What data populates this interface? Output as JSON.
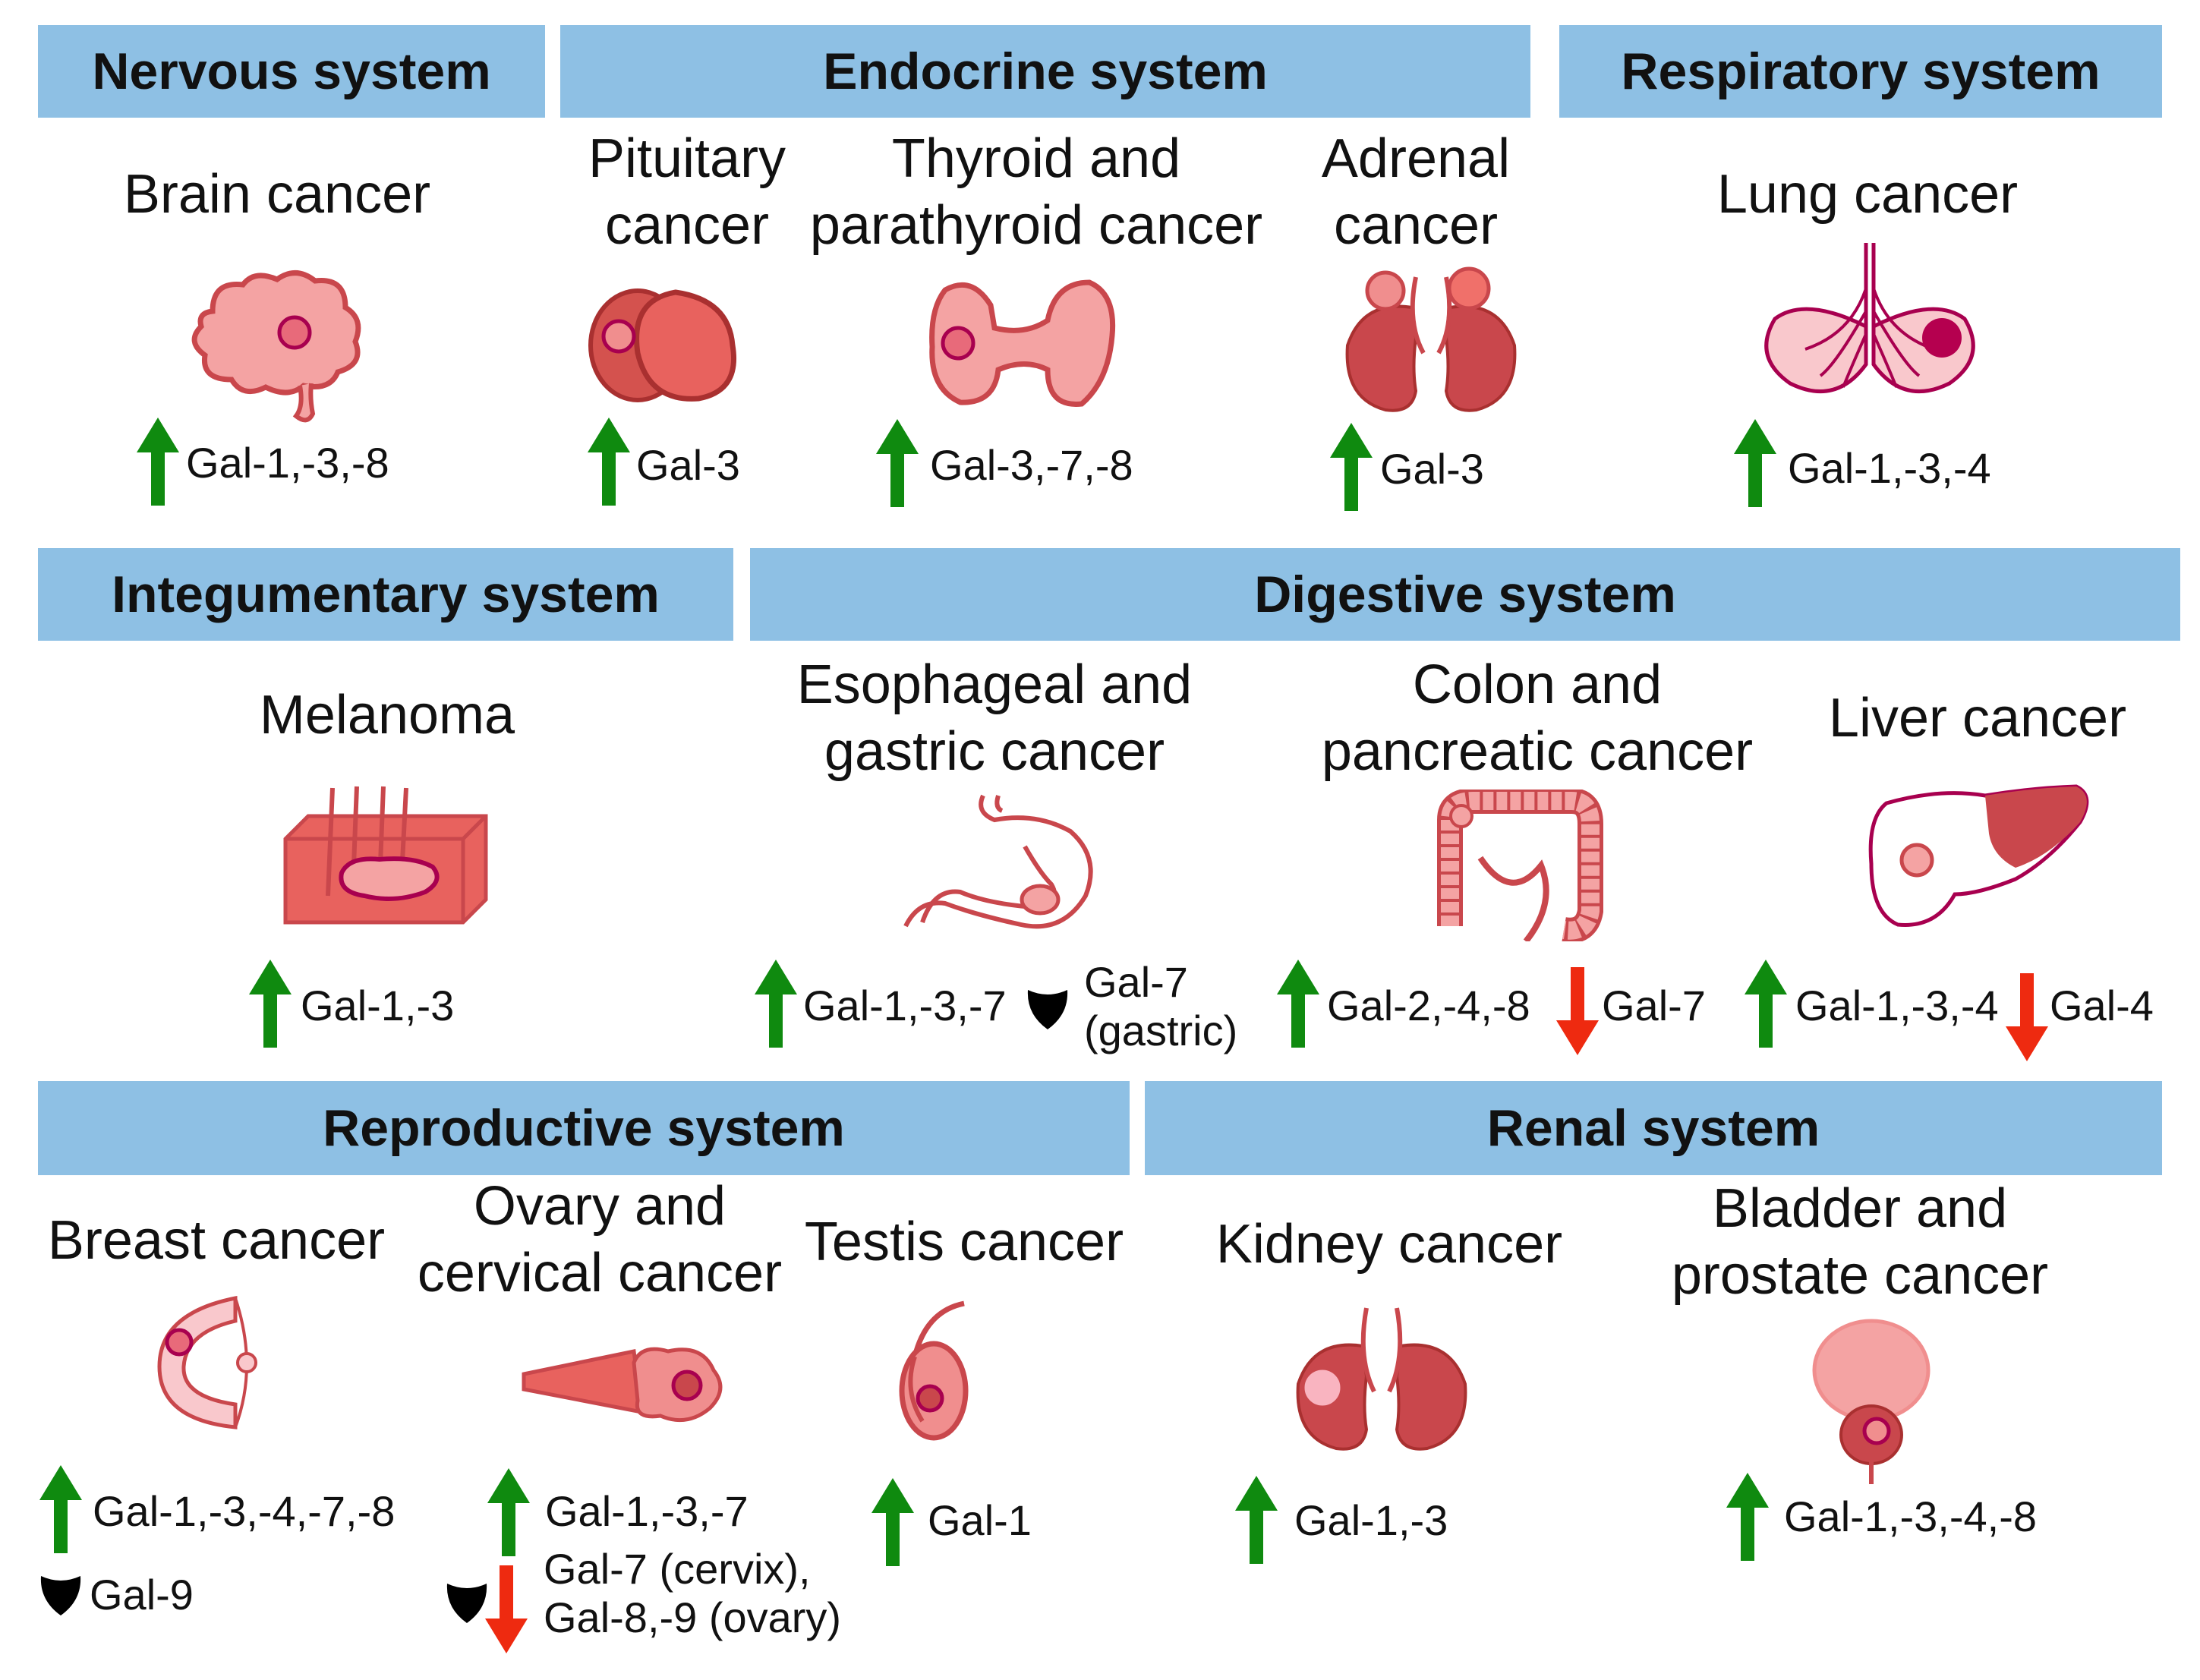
{
  "sections": {
    "nervous": "Nervous system",
    "endocrine": "Endocrine system",
    "respiratory": "Respiratory system",
    "integumentary": "Integumentary system",
    "digestive": "Digestive system",
    "reproductive": "Reproductive system",
    "renal": "Renal system"
  },
  "cancers": {
    "brain": {
      "title": "Brain cancer",
      "up": "Gal-1,-3,-8"
    },
    "pituitary": {
      "title_1": "Pituitary",
      "title_2": "cancer",
      "up": "Gal-3"
    },
    "thyroid": {
      "title_1": "Thyroid and",
      "title_2": "parathyroid cancer",
      "up": "Gal-3,-7,-8"
    },
    "adrenal": {
      "title_1": "Adrenal",
      "title_2": "cancer",
      "up": "Gal-3"
    },
    "lung": {
      "title": "Lung cancer",
      "up": "Gal-1,-3,-4"
    },
    "melanoma": {
      "title": "Melanoma",
      "up": "Gal-1,-3"
    },
    "esophageal": {
      "title_1": "Esophageal and",
      "title_2": "gastric cancer",
      "up": "Gal-1,-3,-7",
      "mixed_1": "Gal-7",
      "mixed_2": "(gastric)"
    },
    "colon": {
      "title_1": "Colon and",
      "title_2": "pancreatic cancer",
      "up": "Gal-2,-4,-8",
      "down": "Gal-7"
    },
    "liver": {
      "title": "Liver cancer",
      "up": "Gal-1,-3,-4",
      "down": "Gal-4"
    },
    "breast": {
      "title": "Breast cancer",
      "up": "Gal-1,-3,-4,-7,-8",
      "mixed": "Gal-9"
    },
    "ovary": {
      "title_1": "Ovary and",
      "title_2": "cervical cancer",
      "up": "Gal-1,-3,-7",
      "down_1": "Gal-7 (cervix),",
      "down_2": "Gal-8,-9 (ovary)"
    },
    "testis": {
      "title": "Testis cancer",
      "up": "Gal-1"
    },
    "kidney": {
      "title": "Kidney cancer",
      "up": "Gal-1,-3"
    },
    "bladder": {
      "title_1": "Bladder and",
      "title_2": "prostate cancer",
      "up": "Gal-1,-3,-4,-8"
    }
  },
  "colors": {
    "header_bg": "#8ec0e4",
    "up_arrow": "#0f8a0f",
    "down_arrow": "#ee2a10",
    "organ_dark": "#c9474c",
    "organ_light": "#f4a3a3",
    "tumor": "#a8004f"
  }
}
